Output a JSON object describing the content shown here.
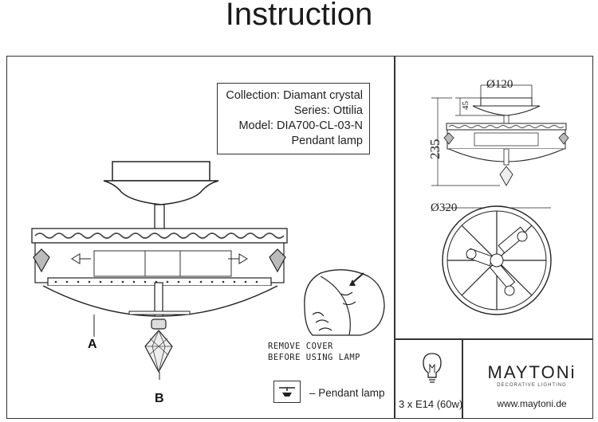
{
  "title": "Instruction",
  "info": {
    "collection": "Collection: Diamant crystal",
    "series": "Series: Ottilia",
    "model": "Model: DIA700-CL-03-N",
    "type": "Pendant lamp"
  },
  "labels": {
    "a": "A",
    "b": "B"
  },
  "remove_cover": [
    "REMOVE COVER",
    "BEFORE USING LAMP"
  ],
  "legend": {
    "text": "– Pendant lamp",
    "icon": "pendant-lamp-icon"
  },
  "lamp_spec": "3 x E14 (60w)",
  "brand": {
    "name": "MAYTONi",
    "tagline": "DECORATIVE LIGHTING",
    "website": "www.maytoni.de"
  },
  "dimensions": {
    "canopy": "Ø120",
    "canopy_height": "45",
    "total_height": "235",
    "diameter": "Ø320"
  }
}
